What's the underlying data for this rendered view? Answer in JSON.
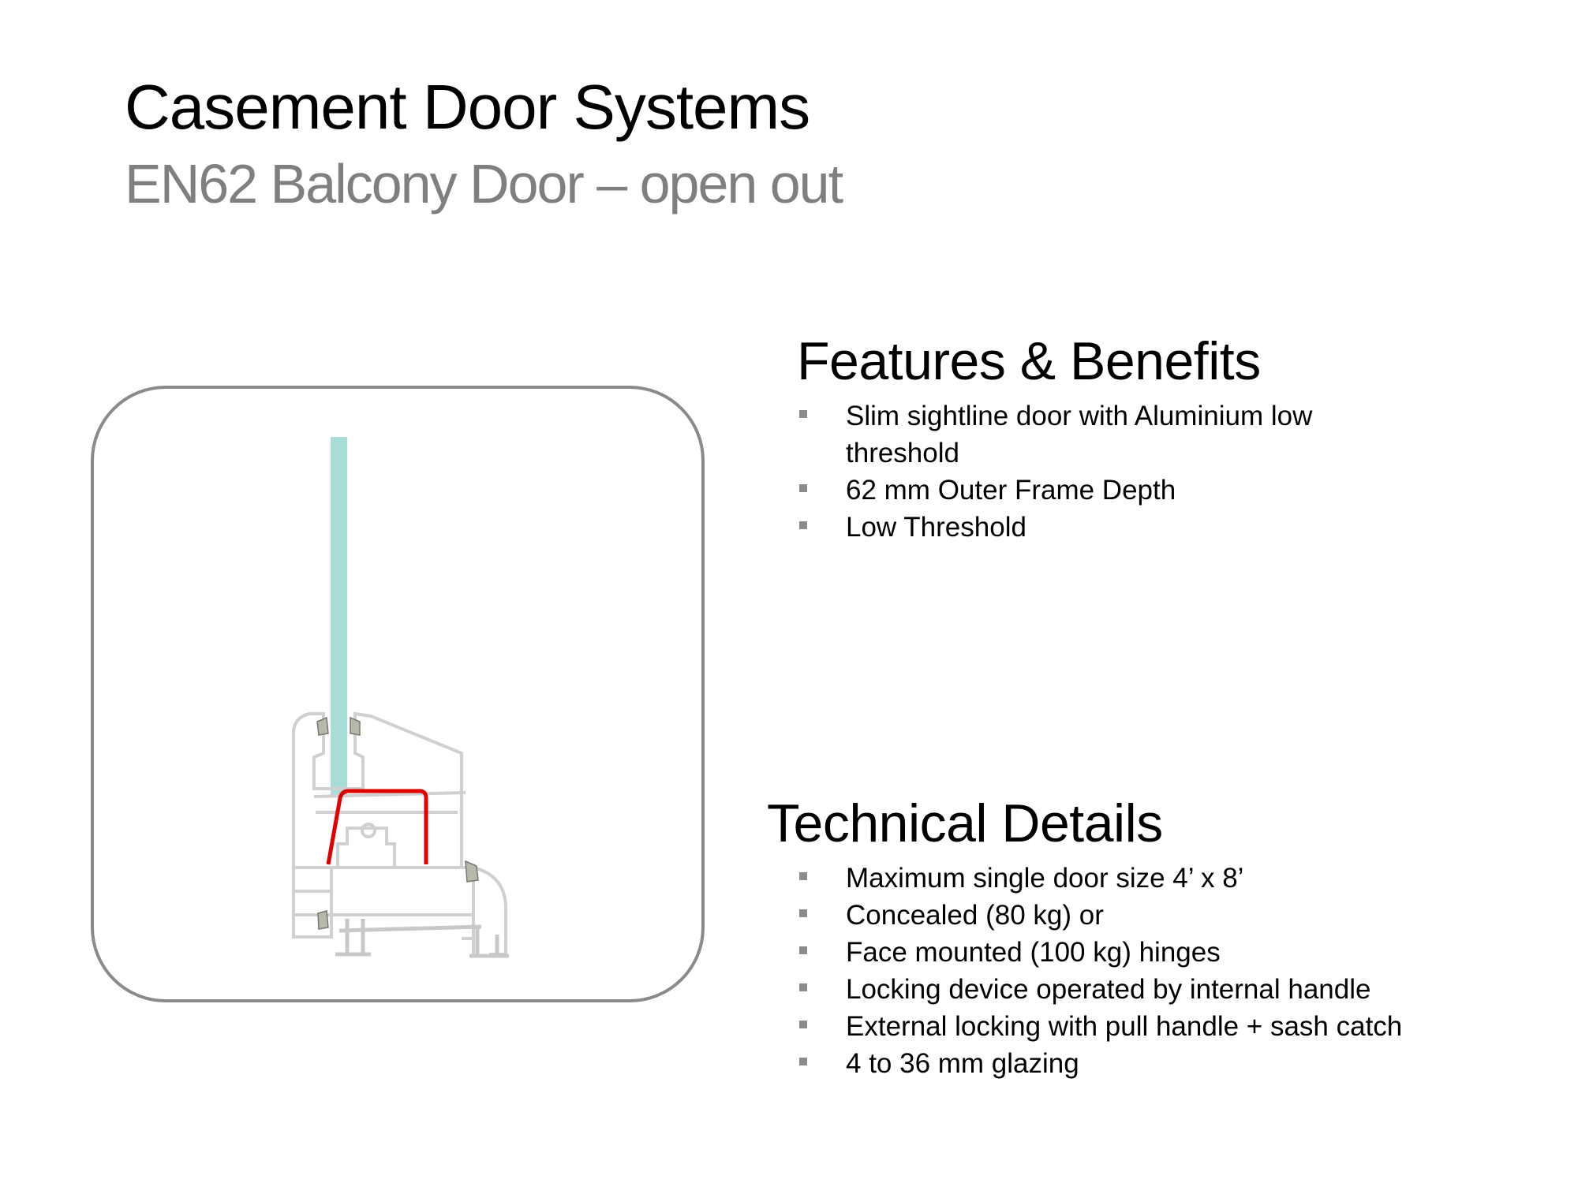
{
  "header": {
    "title": "Casement Door Systems",
    "subtitle": "EN62 Balcony Door – open out"
  },
  "features": {
    "heading": "Features & Benefits",
    "items": [
      "Slim sightline door with Aluminium low threshold",
      "62 mm Outer Frame Depth",
      "Low Threshold"
    ]
  },
  "technical": {
    "heading": "Technical Details",
    "items": [
      "Maximum single door size 4’ x 8’",
      "Concealed (80 kg) or",
      "Face mounted (100 kg) hinges",
      "Locking device operated by internal handle",
      "External locking with pull handle + sash catch",
      "4 to 36 mm glazing"
    ]
  },
  "colors": {
    "glass": "#a9dcd6",
    "reinforcement": "#e00000",
    "profile": "#d9d9d9",
    "frame_border": "#8a8a8a",
    "subtitle": "#7f7f7f"
  }
}
